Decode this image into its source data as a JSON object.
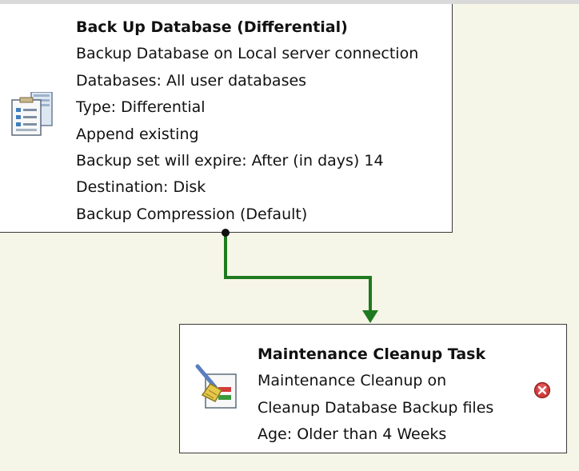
{
  "tasks": {
    "backup": {
      "title": "Back Up Database (Differential)",
      "lines": [
        "Backup Database on Local server connection",
        "Databases: All user databases",
        "Type: Differential",
        "Append existing",
        "Backup set will expire: After (in days) 14",
        "Destination: Disk",
        "Backup Compression (Default)"
      ],
      "icon": "backup-database-icon"
    },
    "cleanup": {
      "title": "Maintenance Cleanup Task",
      "lines": [
        "Maintenance Cleanup on",
        "Cleanup Database Backup files",
        "Age: Older than 4 Weeks"
      ],
      "icon": "cleanup-broom-icon",
      "status_icon": "error-icon"
    }
  },
  "connector": {
    "type": "precedence-constraint",
    "condition": "success",
    "color": "#1e7a1e"
  },
  "colors": {
    "canvas": "#f6f6e8",
    "box": "#ffffff",
    "border": "#3a3a3a",
    "error": "#d23b3b"
  }
}
